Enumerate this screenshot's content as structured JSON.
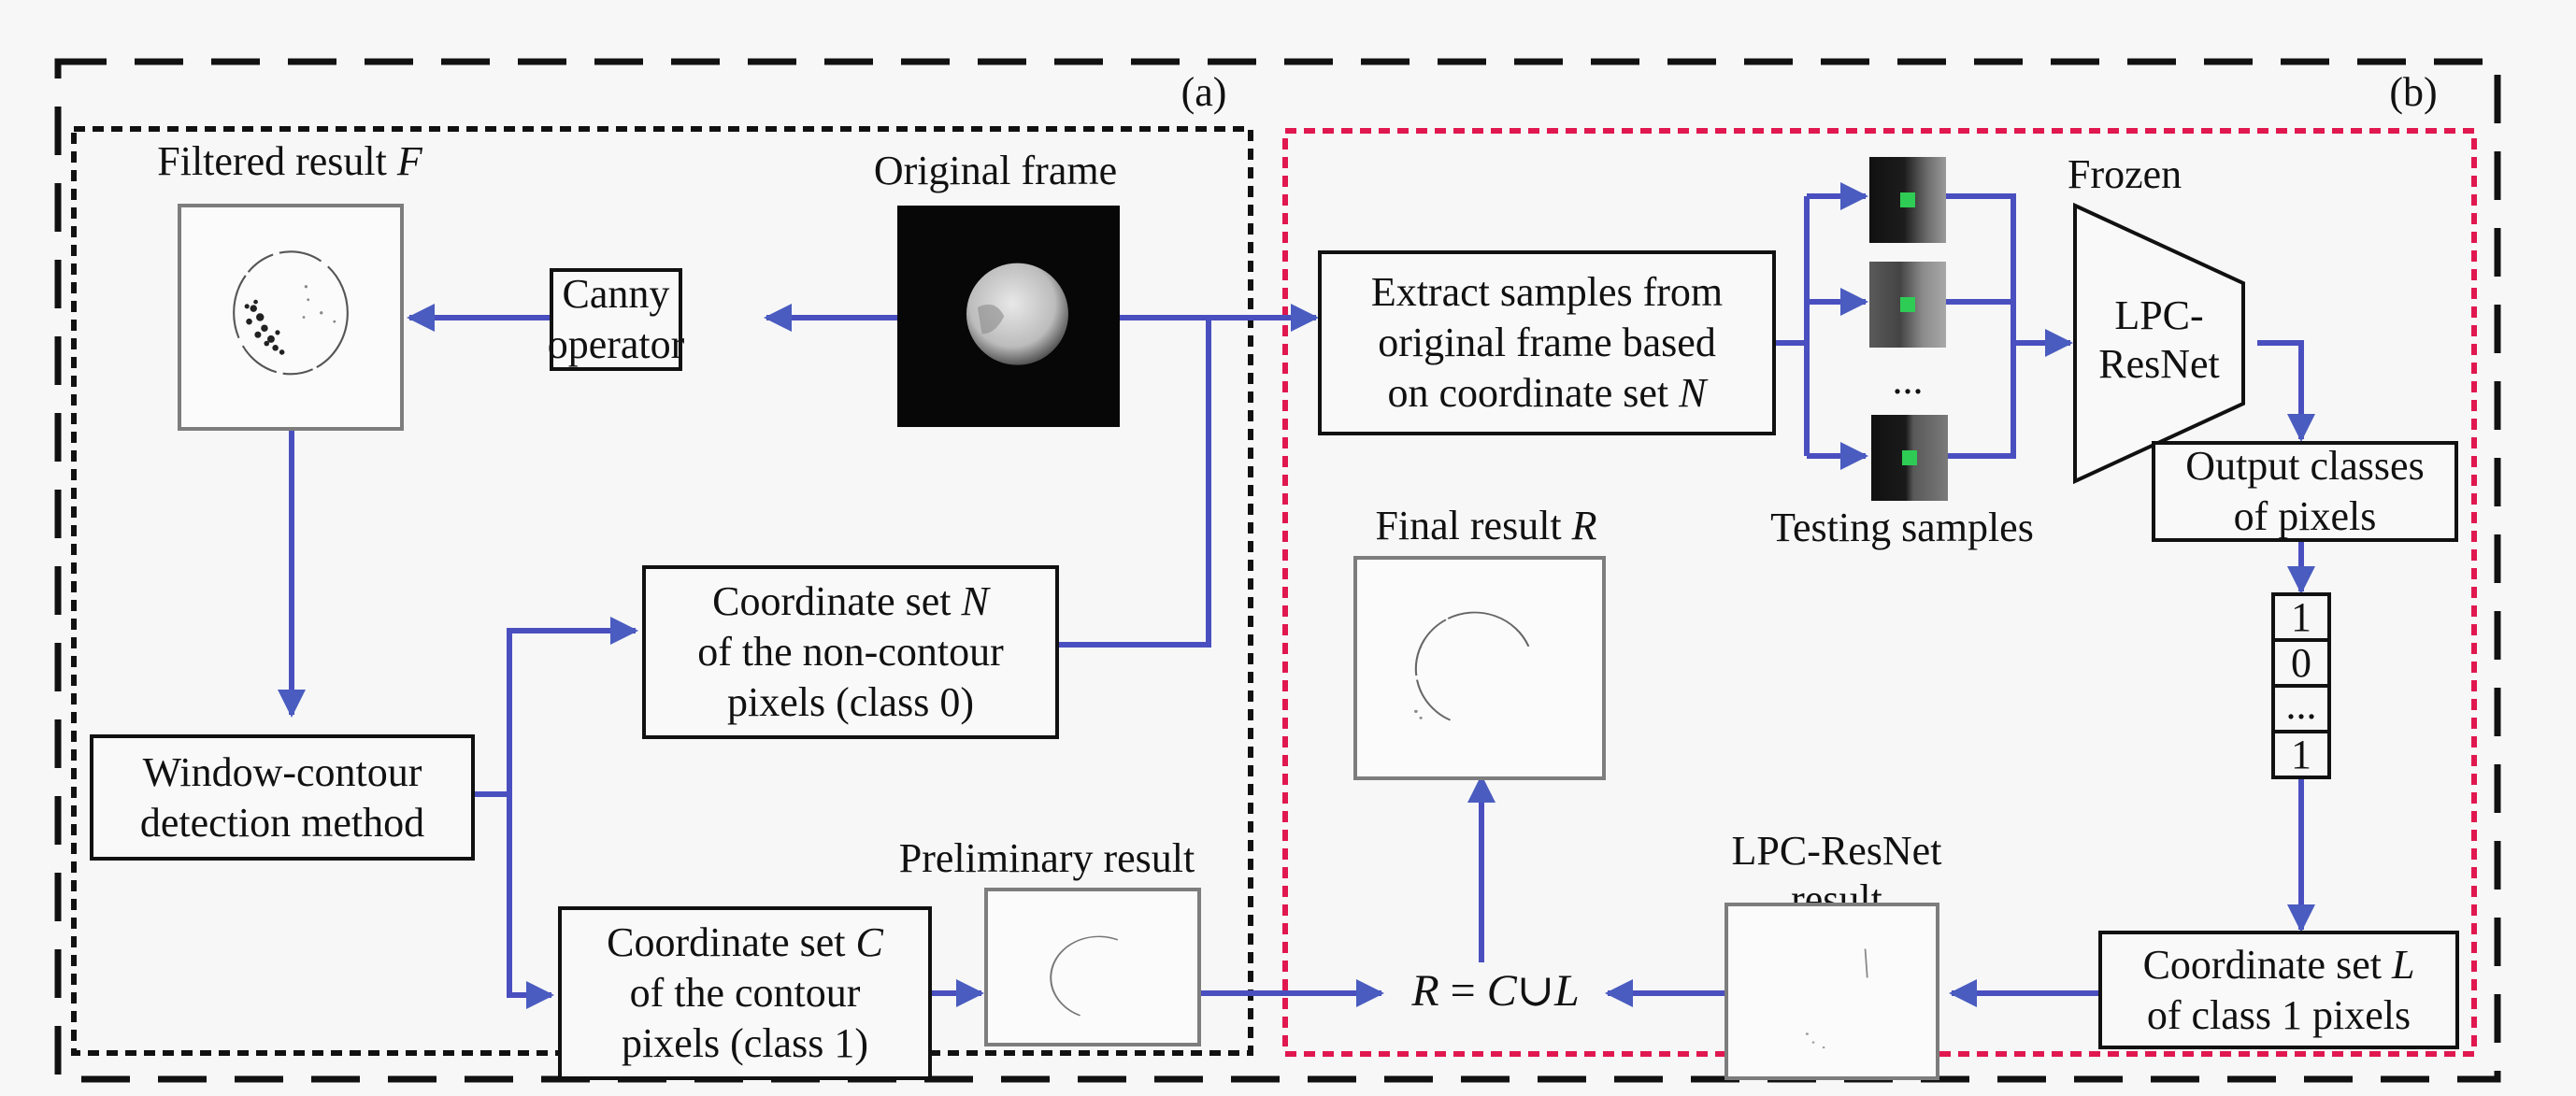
{
  "panels": {
    "a_label": "(a)",
    "b_label": "(b)"
  },
  "colors": {
    "arrow": "#4a4fc0",
    "panel_b_border": "#e0184f",
    "panel_a_border": "#111111",
    "outer_border": "#111111"
  },
  "panel_a": {
    "filtered_result": {
      "title": "Filtered result ",
      "title_var": "F"
    },
    "original_frame": {
      "title": "Original frame"
    },
    "canny": {
      "line1": "Canny",
      "line2": "operator"
    },
    "window_contour": {
      "line1": "Window-contour",
      "line2": "detection method"
    },
    "coord_n": {
      "line1": "Coordinate set ",
      "line1_var": "N",
      "line2": "of the non-contour",
      "line3": "pixels (class 0)"
    },
    "coord_c": {
      "line1": "Coordinate set ",
      "line1_var": "C",
      "line2": "of the contour",
      "line3": "pixels (class 1)"
    },
    "preliminary": {
      "title": "Preliminary result"
    }
  },
  "panel_b": {
    "extract": {
      "line1": "Extract samples from",
      "line2": "original frame based",
      "line3": "on coordinate set ",
      "line3_var": "N"
    },
    "testing_samples": {
      "title": "Testing samples",
      "ellipsis": "..."
    },
    "frozen": "Frozen",
    "network": {
      "line1": "LPC-",
      "line2": "ResNet"
    },
    "output_classes": {
      "line1": "Output classes",
      "line2": "of pixels"
    },
    "class_vector": [
      "1",
      "0",
      "...",
      "1"
    ],
    "coord_l": {
      "line1": "Coordinate set ",
      "line1_var": "L",
      "line2": "of class 1 pixels"
    },
    "lpc_result": {
      "line1": "LPC-ResNet",
      "line2": "result"
    },
    "final_result": {
      "title": "Final result ",
      "title_var": "R"
    },
    "formula": {
      "r": "R",
      "eq": " = ",
      "c": "C",
      "union": "∪",
      "l": "L"
    }
  }
}
